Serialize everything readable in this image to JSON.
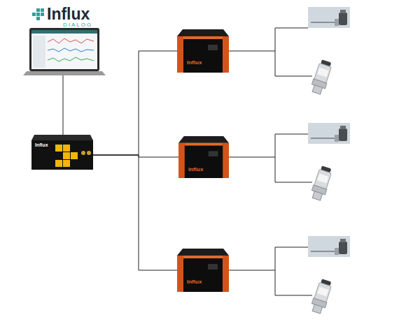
{
  "diagram": {
    "nodes": [
      {
        "text": [
          "Influx"
        ]
      },
      {
        "text": [
          "Influx"
        ]
      },
      {
        "text": [
          "Influx"
        ]
      },
      {
        "text": [
          "Influx"
        ]
      }
    ],
    "edges": [
      {
        "from": 0,
        "to": 1,
        "arrow": "none"
      },
      {
        "from": 0,
        "to": 2,
        "arrow": "none"
      },
      {
        "from": 0,
        "to": 3,
        "arrow": "none"
      }
    ],
    "labels": [
      "Influx",
      "DIALOG"
    ]
  }
}
